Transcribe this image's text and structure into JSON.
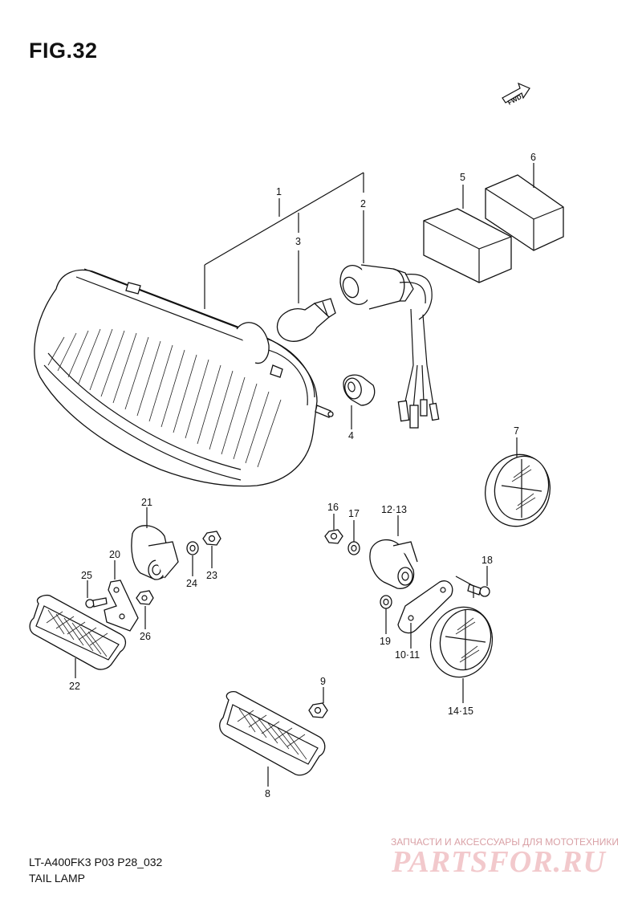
{
  "figure": {
    "title": "FIG.32",
    "model_code": "LT-A400FK3 P03 P28_032",
    "section_name": "TAIL LAMP",
    "direction_marker": "FWD"
  },
  "callouts": [
    "1",
    "2",
    "3",
    "4",
    "5",
    "6",
    "7",
    "8",
    "9",
    "10·11",
    "12·13",
    "14·15",
    "16",
    "17",
    "18",
    "19",
    "20",
    "21",
    "22",
    "23",
    "24",
    "25",
    "26"
  ],
  "watermark": {
    "tagline": "ЗАПЧАСТИ И АКСЕССУАРЫ ДЛЯ МОТОТЕХНИКИ",
    "logo": "PARTSFOR.RU"
  }
}
